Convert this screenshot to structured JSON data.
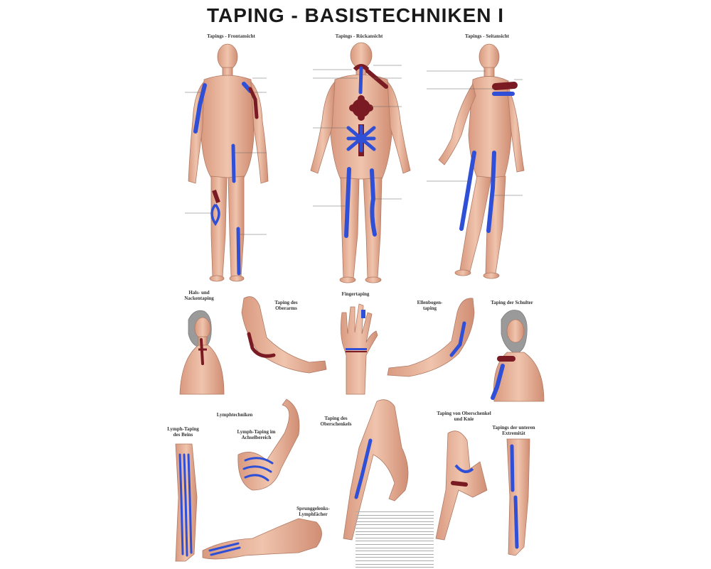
{
  "poster": {
    "title": "TAPING - BASISTECHNIKEN I",
    "sections": {
      "front": "Tapings - Frontansicht",
      "back": "Tapings - Rückansicht",
      "side": "Tapings - Seitansicht",
      "neck": "Hals- und Nackentaping",
      "upper_arm": "Taping des Oberarms",
      "finger": "Fingertaping",
      "elbow": "Ellenbogen-taping",
      "shoulder": "Taping der Schulter",
      "lymph": "Lymphtechniken",
      "lymph_leg": "Lymph-Taping des Beins",
      "lymph_armpit": "Lymph-Taping im Achselbereich",
      "ankle": "Sprunggelenks-Lymphfächer",
      "thigh": "Taping des Oberschenkels",
      "thigh_knee": "Taping von Oberschenkel und Knie",
      "lower_ext": "Tapings der unteren Extremität"
    }
  },
  "colors": {
    "tape_blue": "#2f4fd6",
    "tape_red": "#7a1a22",
    "skin": "#e8b59e",
    "skin_shadow": "#c98f78",
    "hair": "#9a9a9a"
  }
}
